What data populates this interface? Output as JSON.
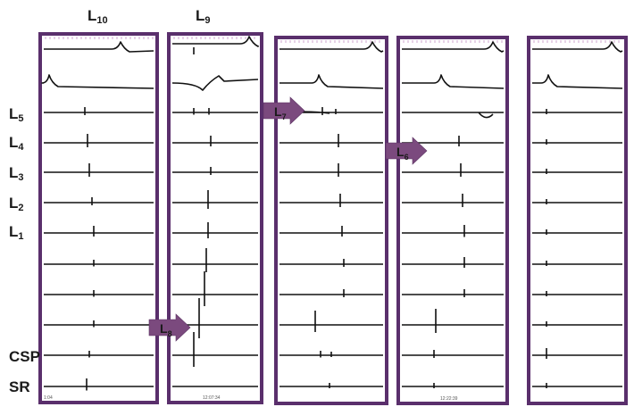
{
  "column_labels": [
    {
      "letter": "L",
      "sub": "10"
    },
    {
      "letter": "L",
      "sub": "9"
    }
  ],
  "row_labels": [
    {
      "letter": "L",
      "sub": "5"
    },
    {
      "letter": "L",
      "sub": "4"
    },
    {
      "letter": "L",
      "sub": "3"
    },
    {
      "letter": "L",
      "sub": "2"
    },
    {
      "letter": "L",
      "sub": "1"
    },
    {
      "letter": "CSP",
      "sub": ""
    },
    {
      "letter": "SR",
      "sub": ""
    }
  ],
  "arrows": [
    {
      "letter": "L",
      "sub": "8"
    },
    {
      "letter": "L",
      "sub": "7"
    },
    {
      "letter": "L",
      "sub": "6"
    }
  ],
  "timestamps": [
    "1:04",
    "12:07:34",
    "",
    "12:22:39",
    ""
  ],
  "colors": {
    "frame": "#5a2f6c",
    "arrow": "#7b4a7e",
    "trace": "#111111"
  }
}
